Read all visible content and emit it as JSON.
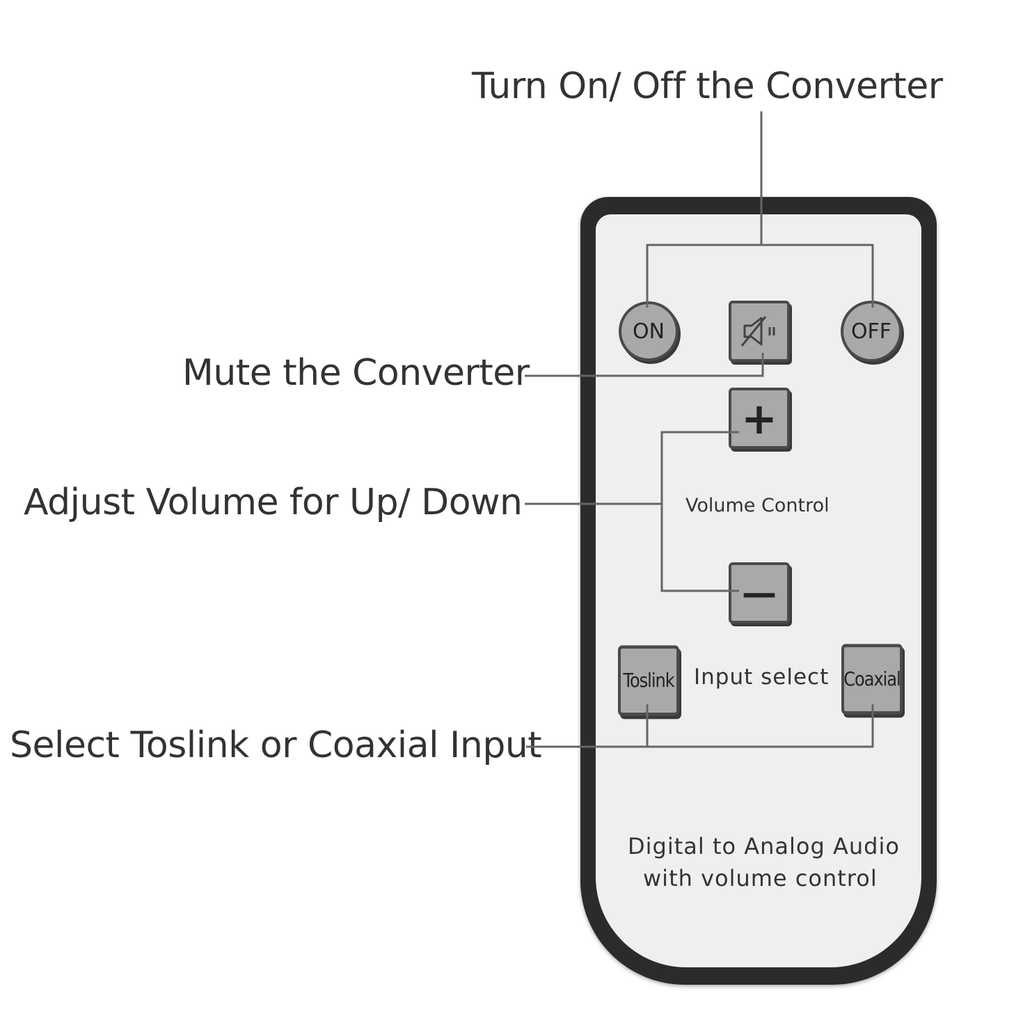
{
  "callouts": {
    "power": "Turn On/ Off the Converter",
    "mute": "Mute the Converter",
    "volume": "Adjust Volume for Up/ Down",
    "input": "Select Toslink or Coaxial Input"
  },
  "remote": {
    "buttons": {
      "on": "ON",
      "off": "OFF",
      "plus": "+",
      "minus": "—",
      "toslink": "Toslink",
      "coaxial": "Coaxial"
    },
    "volume_label": "Volume Control",
    "input_label": "Input select",
    "footer_line1": "Digital to Analog Audio",
    "footer_line2": "with volume control"
  },
  "icons": {
    "mute": "speaker-muted-icon"
  },
  "colors": {
    "label_text": "#333333",
    "remote_body": "#2b2b2b",
    "remote_face": "#eeeff0",
    "button_fill": "#a9a9a9",
    "line": "#666666"
  }
}
